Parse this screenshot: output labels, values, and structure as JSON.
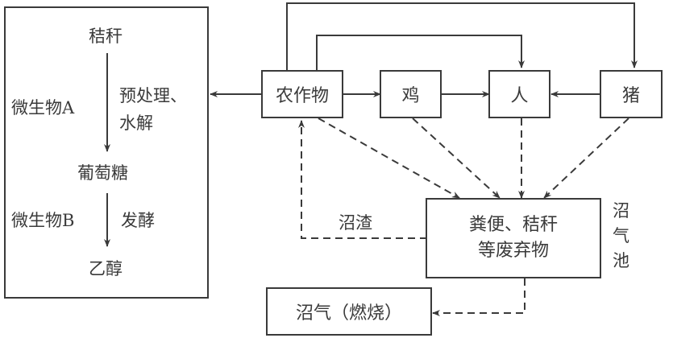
{
  "left_panel": {
    "straw": "秸秆",
    "microbe_a": "微生物A",
    "step1_line1": "预处理、",
    "step1_line2": "水解",
    "glucose": "葡萄糖",
    "microbe_b": "微生物B",
    "step2": "发酵",
    "ethanol": "乙醇"
  },
  "nodes": {
    "crops": "农作物",
    "chicken": "鸡",
    "human": "人",
    "pig": "猪",
    "waste_line1": "粪便、秸秆",
    "waste_line2": "等废弃物",
    "biogas": "沼气（燃烧）"
  },
  "labels": {
    "biogas_residue": "沼渣",
    "digester_1": "沼",
    "digester_2": "气",
    "digester_3": "池"
  },
  "colors": {
    "line": "#3a3a3a"
  }
}
